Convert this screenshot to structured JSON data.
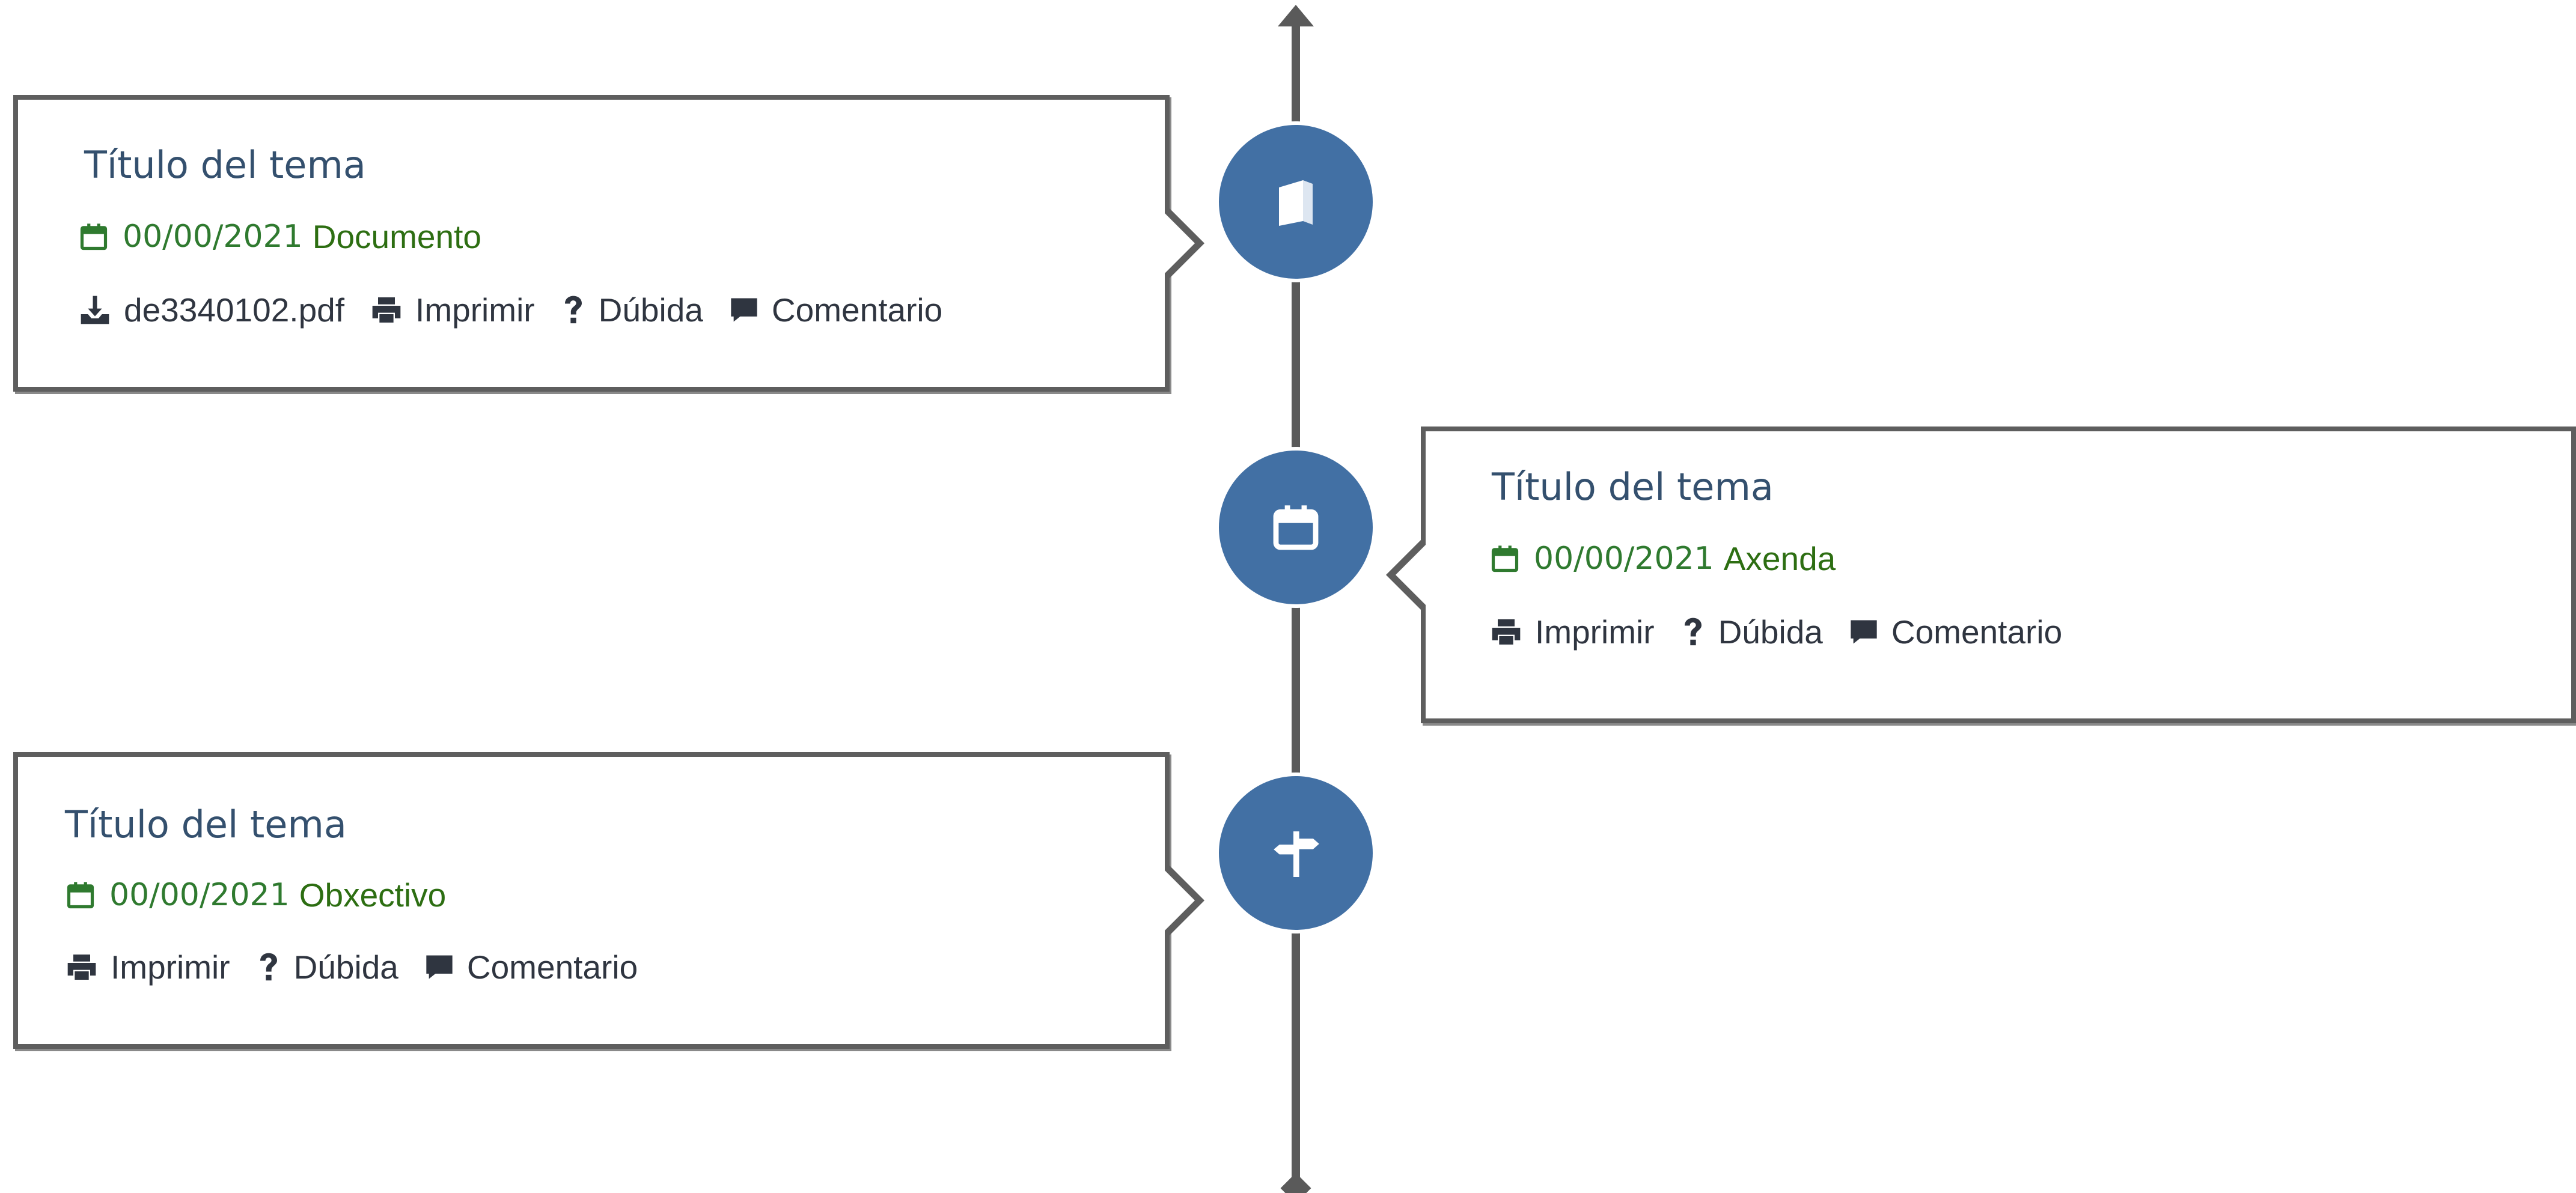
{
  "timeline": {
    "items": [
      {
        "title": "Título del tema",
        "date": "00/00/2021",
        "category": "Documento",
        "node_icon": "book-icon",
        "download": "de3340102.pdf",
        "print": "Imprimir",
        "doubt": "Dúbida",
        "comment": "Comentario"
      },
      {
        "title": "Título del tema",
        "date": "00/00/2021",
        "category": "Axenda",
        "node_icon": "calendar-icon",
        "print": "Imprimir",
        "doubt": "Dúbida",
        "comment": "Comentario"
      },
      {
        "title": "Título del tema",
        "date": "00/00/2021",
        "category": "Obxectivo",
        "node_icon": "signpost-icon",
        "print": "Imprimir",
        "doubt": "Dúbida",
        "comment": "Comentario"
      }
    ]
  },
  "colors": {
    "node": "#4270a4",
    "title": "#34506e",
    "date": "#2f7a2f",
    "category": "#2d6e12",
    "action_text": "#2f3540",
    "border": "#5e5e5e",
    "axis": "#5a5a5a"
  }
}
